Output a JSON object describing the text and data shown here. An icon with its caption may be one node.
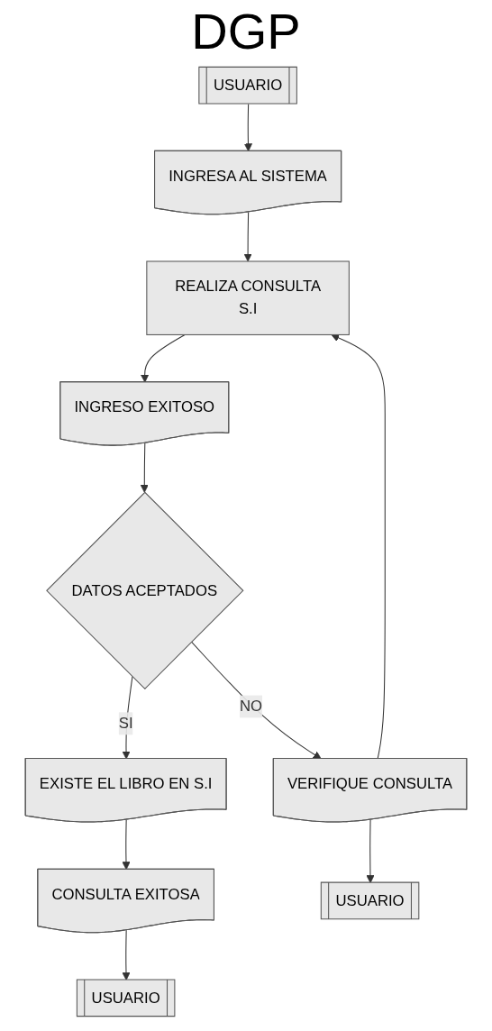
{
  "diagram": {
    "title": "DGP",
    "nodes": [
      {
        "text": [
          "USUARIO"
        ]
      },
      {
        "text": [
          "INGRESA AL SISTEMA"
        ]
      },
      {
        "text": [
          "REALIZA CONSULTA",
          "S.I"
        ]
      },
      {
        "text": [
          "INGRESO EXITOSO"
        ]
      },
      {
        "text": [
          "DATOS ACEPTADOS"
        ]
      },
      {
        "text": [
          "EXISTE EL LIBRO EN S.I"
        ]
      },
      {
        "text": [
          "VERIFIQUE CONSULTA"
        ]
      },
      {
        "text": [
          "CONSULTA EXITOSA"
        ]
      },
      {
        "text": [
          "USUARIO"
        ]
      },
      {
        "text": [
          "USUARIO"
        ]
      }
    ],
    "edges": [
      {
        "from": 0,
        "to": 1,
        "arrow": "to"
      },
      {
        "from": 1,
        "to": 2,
        "arrow": "to"
      },
      {
        "from": 2,
        "to": 3,
        "arrow": "to"
      },
      {
        "from": 3,
        "to": 4,
        "arrow": "to"
      },
      {
        "from": 4,
        "to": 5,
        "label": "SI",
        "arrow": "to"
      },
      {
        "from": 4,
        "to": 6,
        "label": "NO",
        "arrow": "to"
      },
      {
        "from": 5,
        "to": 7,
        "arrow": "to"
      },
      {
        "from": 7,
        "to": 9,
        "arrow": "to"
      },
      {
        "from": 6,
        "to": 8,
        "arrow": "to"
      },
      {
        "from": 6,
        "to": 2,
        "arrow": "to"
      }
    ]
  }
}
